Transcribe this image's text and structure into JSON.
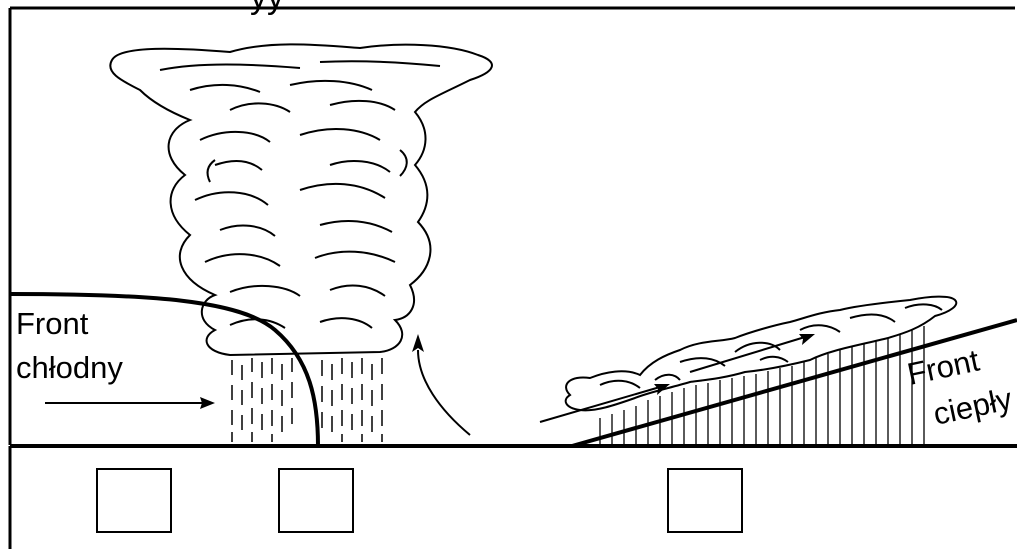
{
  "heading_fragment": "yy",
  "labels": {
    "cold_front_line1": "Front",
    "cold_front_line2": "chłodny",
    "warm_front_line1": "Front",
    "warm_front_line2": "ciepły"
  },
  "answer_boxes": [
    "",
    "",
    ""
  ],
  "colors": {
    "ink": "#000000",
    "background": "#ffffff"
  }
}
